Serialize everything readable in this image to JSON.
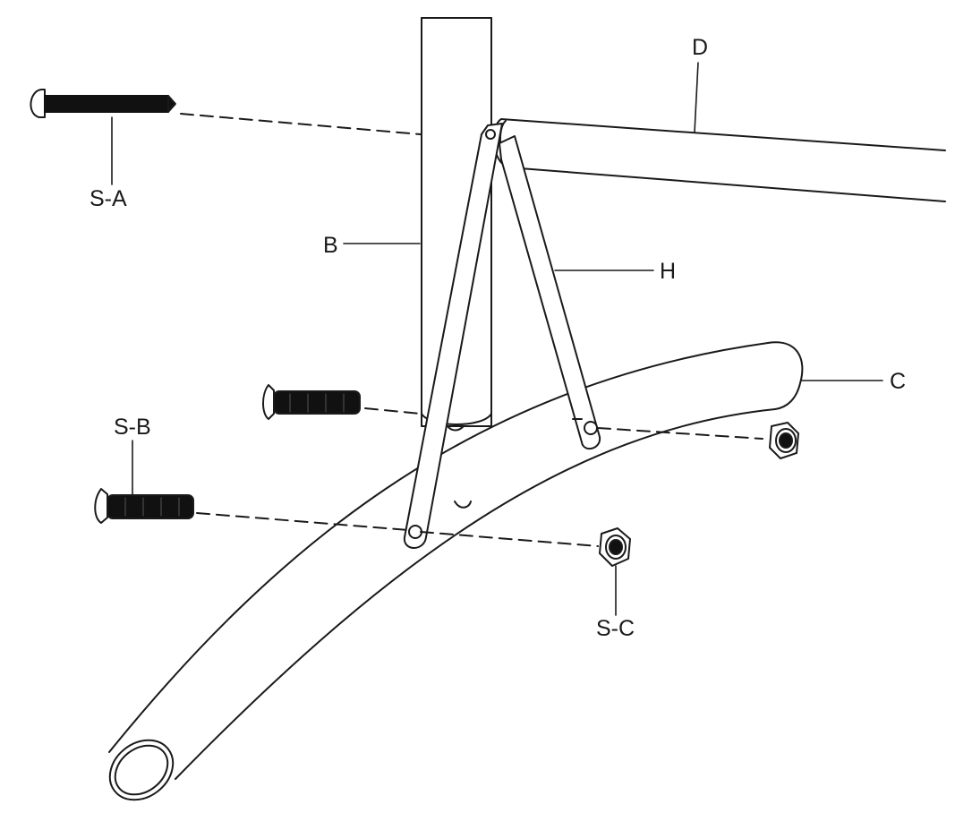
{
  "labels": {
    "sa": "S-A",
    "sb": "S-B",
    "sc": "S-C",
    "b": "B",
    "c": "C",
    "d": "D",
    "h": "H"
  },
  "colors": {
    "line": "#1a1a1a",
    "fill": "#ffffff",
    "thread": "#111111"
  },
  "parts": [
    {
      "id": "S-A",
      "kind": "bolt",
      "head": "round"
    },
    {
      "id": "S-B",
      "kind": "bolt",
      "head": "countersunk"
    },
    {
      "id": "S-C",
      "kind": "nut"
    },
    {
      "id": "B",
      "kind": "upright tube"
    },
    {
      "id": "C",
      "kind": "curved base tube"
    },
    {
      "id": "D",
      "kind": "horizontal tube"
    },
    {
      "id": "H",
      "kind": "support brace"
    }
  ]
}
